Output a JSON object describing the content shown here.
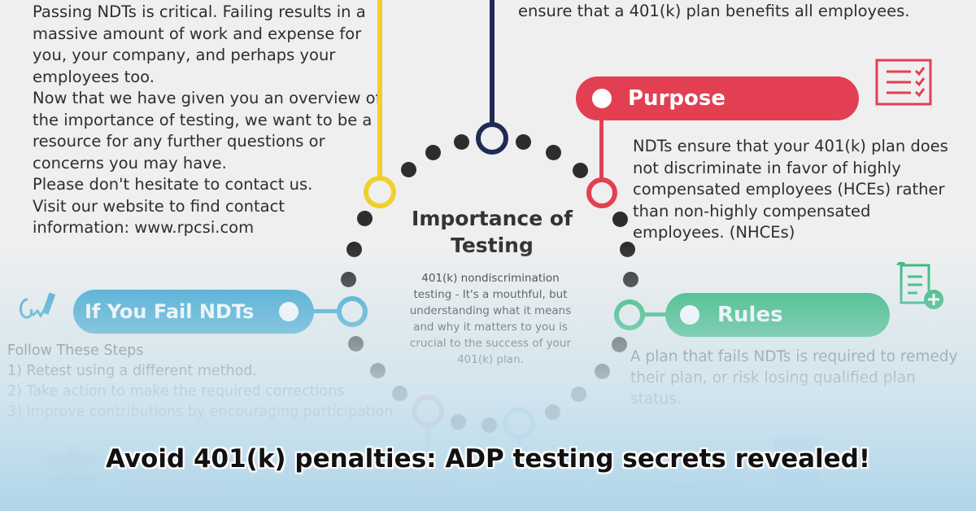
{
  "top_left_paragraph": [
    "Passing NDTs is critical. Failing results in a",
    "massive amount of work and expense for",
    "you, your company, and perhaps your",
    "employees too.",
    "Now that we have given you an overview of",
    "the importance of testing, we want to be a",
    "resource for any further questions or",
    "concerns you may have.",
    "Please don't hesitate to contact us.",
    "Visit our website to find contact",
    "information: www.rpcsi.com"
  ],
  "top_right_line": "ensure that a 401(k) plan benefits all employees.",
  "purpose": {
    "title": "Purpose",
    "lines": [
      "NDTs ensure that your 401(k) plan does",
      "not discriminate in favor of highly",
      "compensated employees (HCEs) rather",
      "than non-highly compensated",
      "employees. (NHCEs)"
    ]
  },
  "center": {
    "title_lines": [
      "Importance of",
      "Testing"
    ],
    "body_lines": [
      "401(k) nondiscrimination",
      "testing - It's a mouthful, but",
      "understanding what it means",
      "and why it matters to you is",
      "crucial to the success of your",
      "401(k) plan."
    ]
  },
  "fail": {
    "title": "If You Fail NDTs",
    "lines": [
      "Follow These Steps",
      "1) Retest using a different method.",
      "2) Take action to make the required corrections",
      "3) Improve contributions by encouraging participation"
    ]
  },
  "rules": {
    "title": "Rules",
    "lines": [
      "A plan that fails NDTs is required to remedy",
      "their plan, or risk losing qualified plan",
      "status."
    ]
  },
  "bottom_left_label": "Bypass Testing",
  "bottom_right_label": "Types of NDTs",
  "caption": "Avoid 401(k) penalties:  ADP testing secrets revealed!",
  "colors": {
    "purpose": "#e33f52",
    "fail": "#3aa5cf",
    "rules": "#2ab573",
    "yellow": "#f1cf2d",
    "navy": "#1f2a56",
    "pink": "#d98888",
    "lightblue": "#88c0e8"
  },
  "icons": {
    "purpose": "checklist-icon",
    "fail": "pen-sign-icon",
    "rules": "document-plus-icon",
    "bypass": "signpost-icon",
    "types": "box-icon"
  }
}
